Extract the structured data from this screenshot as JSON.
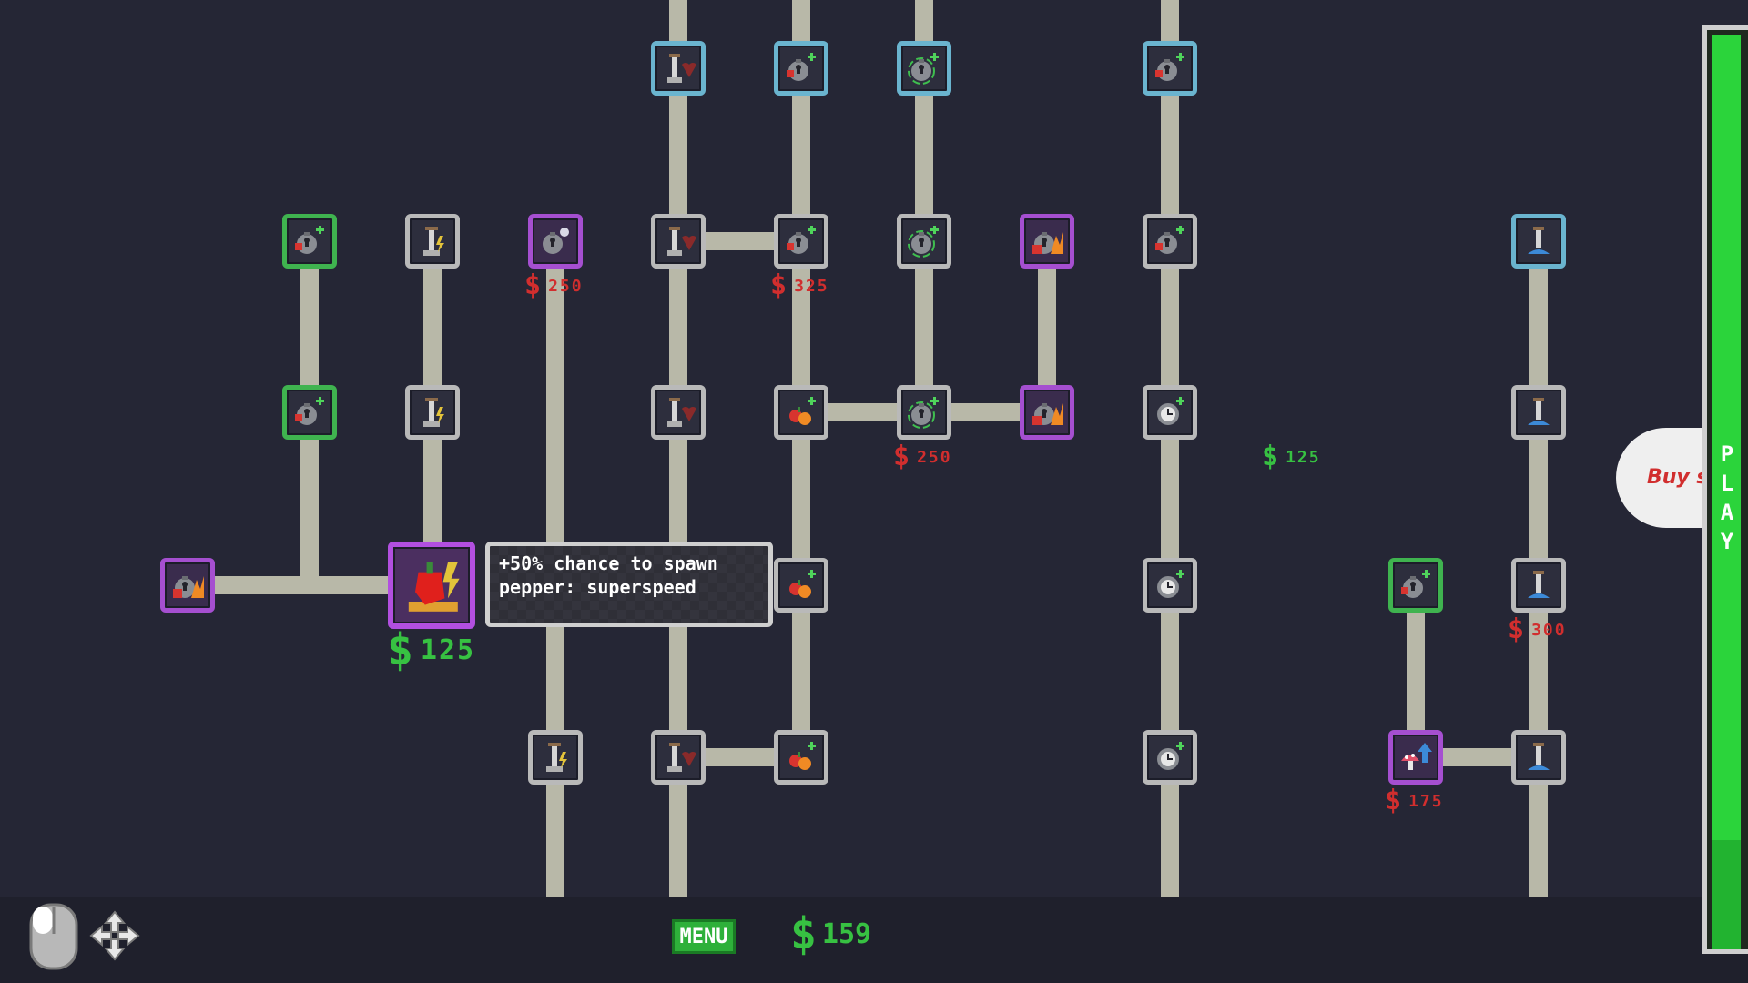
{
  "tooltip": {
    "line1": "+50% chance to spawn",
    "line2": "pepper: superspeed"
  },
  "selected_price": {
    "symbol": "$",
    "amount": "125",
    "color": "#37c142"
  },
  "prices": [
    {
      "symbol": "$",
      "amount": "250",
      "color": "#d12e2e"
    },
    {
      "symbol": "$",
      "amount": "325",
      "color": "#d12e2e"
    },
    {
      "symbol": "$",
      "amount": "250",
      "color": "#d12e2e"
    },
    {
      "symbol": "$",
      "amount": "125",
      "color": "#37c142"
    },
    {
      "symbol": "$",
      "amount": "300",
      "color": "#d12e2e"
    },
    {
      "symbol": "$",
      "amount": "175",
      "color": "#d12e2e"
    }
  ],
  "menu": {
    "label": "MENU"
  },
  "money": {
    "symbol": "$",
    "amount": "159"
  },
  "play": {
    "label": "PLAY"
  },
  "speech_bubble": {
    "text": "Buy s"
  },
  "colors": {
    "background": "#252635",
    "link": "#b8b8a8",
    "node_locked": "#b9b9b9",
    "node_green": "#3fb34f",
    "node_blue": "#6ab4cf",
    "node_purple": "#a54fd0",
    "price_red": "#d12e2e",
    "price_green": "#37c142",
    "play_bar": "#2bd43b"
  },
  "icons": {
    "nodes": [
      "bomb-plus-icon",
      "lamp-bolt-icon",
      "bomb-ghost-icon",
      "lamp-heart-icon",
      "fruit-plus-icon",
      "bomb-shield-icon",
      "bomb-fire-icon",
      "bomb-clock-icon",
      "lamp-water-icon",
      "pepper-superspeed-icon",
      "mushroom-arrow-icon"
    ],
    "footer": [
      "mouse-icon",
      "move-arrows-icon"
    ]
  }
}
